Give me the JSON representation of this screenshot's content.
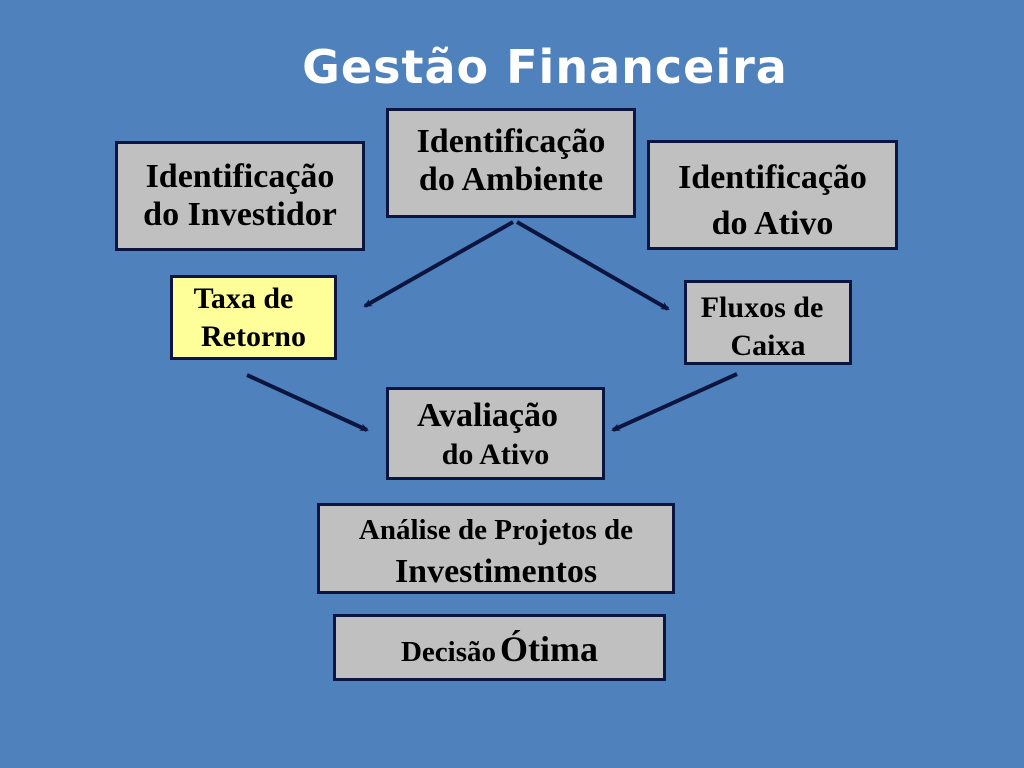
{
  "title": "Gestão Financeira",
  "boxes": {
    "investidor": {
      "line1": "Identificação",
      "line2": "do Investidor"
    },
    "ambiente": {
      "line1": "Identificação",
      "line2": "do Ambiente"
    },
    "ativo": {
      "line1": "Identificação",
      "line2": "do Ativo"
    },
    "taxa": {
      "line1": "Taxa de",
      "line2": "Retorno"
    },
    "fluxos": {
      "line1": "Fluxos de",
      "line2": "Caixa"
    },
    "avaliacao": {
      "line1": "Avaliação",
      "line2": "do Ativo"
    },
    "analise": {
      "line1": "Análise de Projetos de",
      "line2": "Investimentos"
    },
    "decisao": {
      "word1": "Decisão",
      "word2": "Ótima"
    }
  },
  "colors": {
    "background": "#4f81bd",
    "box_fill": "#c0c0c0",
    "highlight_fill": "#ffff99",
    "border": "#0c1540",
    "title": "#ffffff"
  }
}
